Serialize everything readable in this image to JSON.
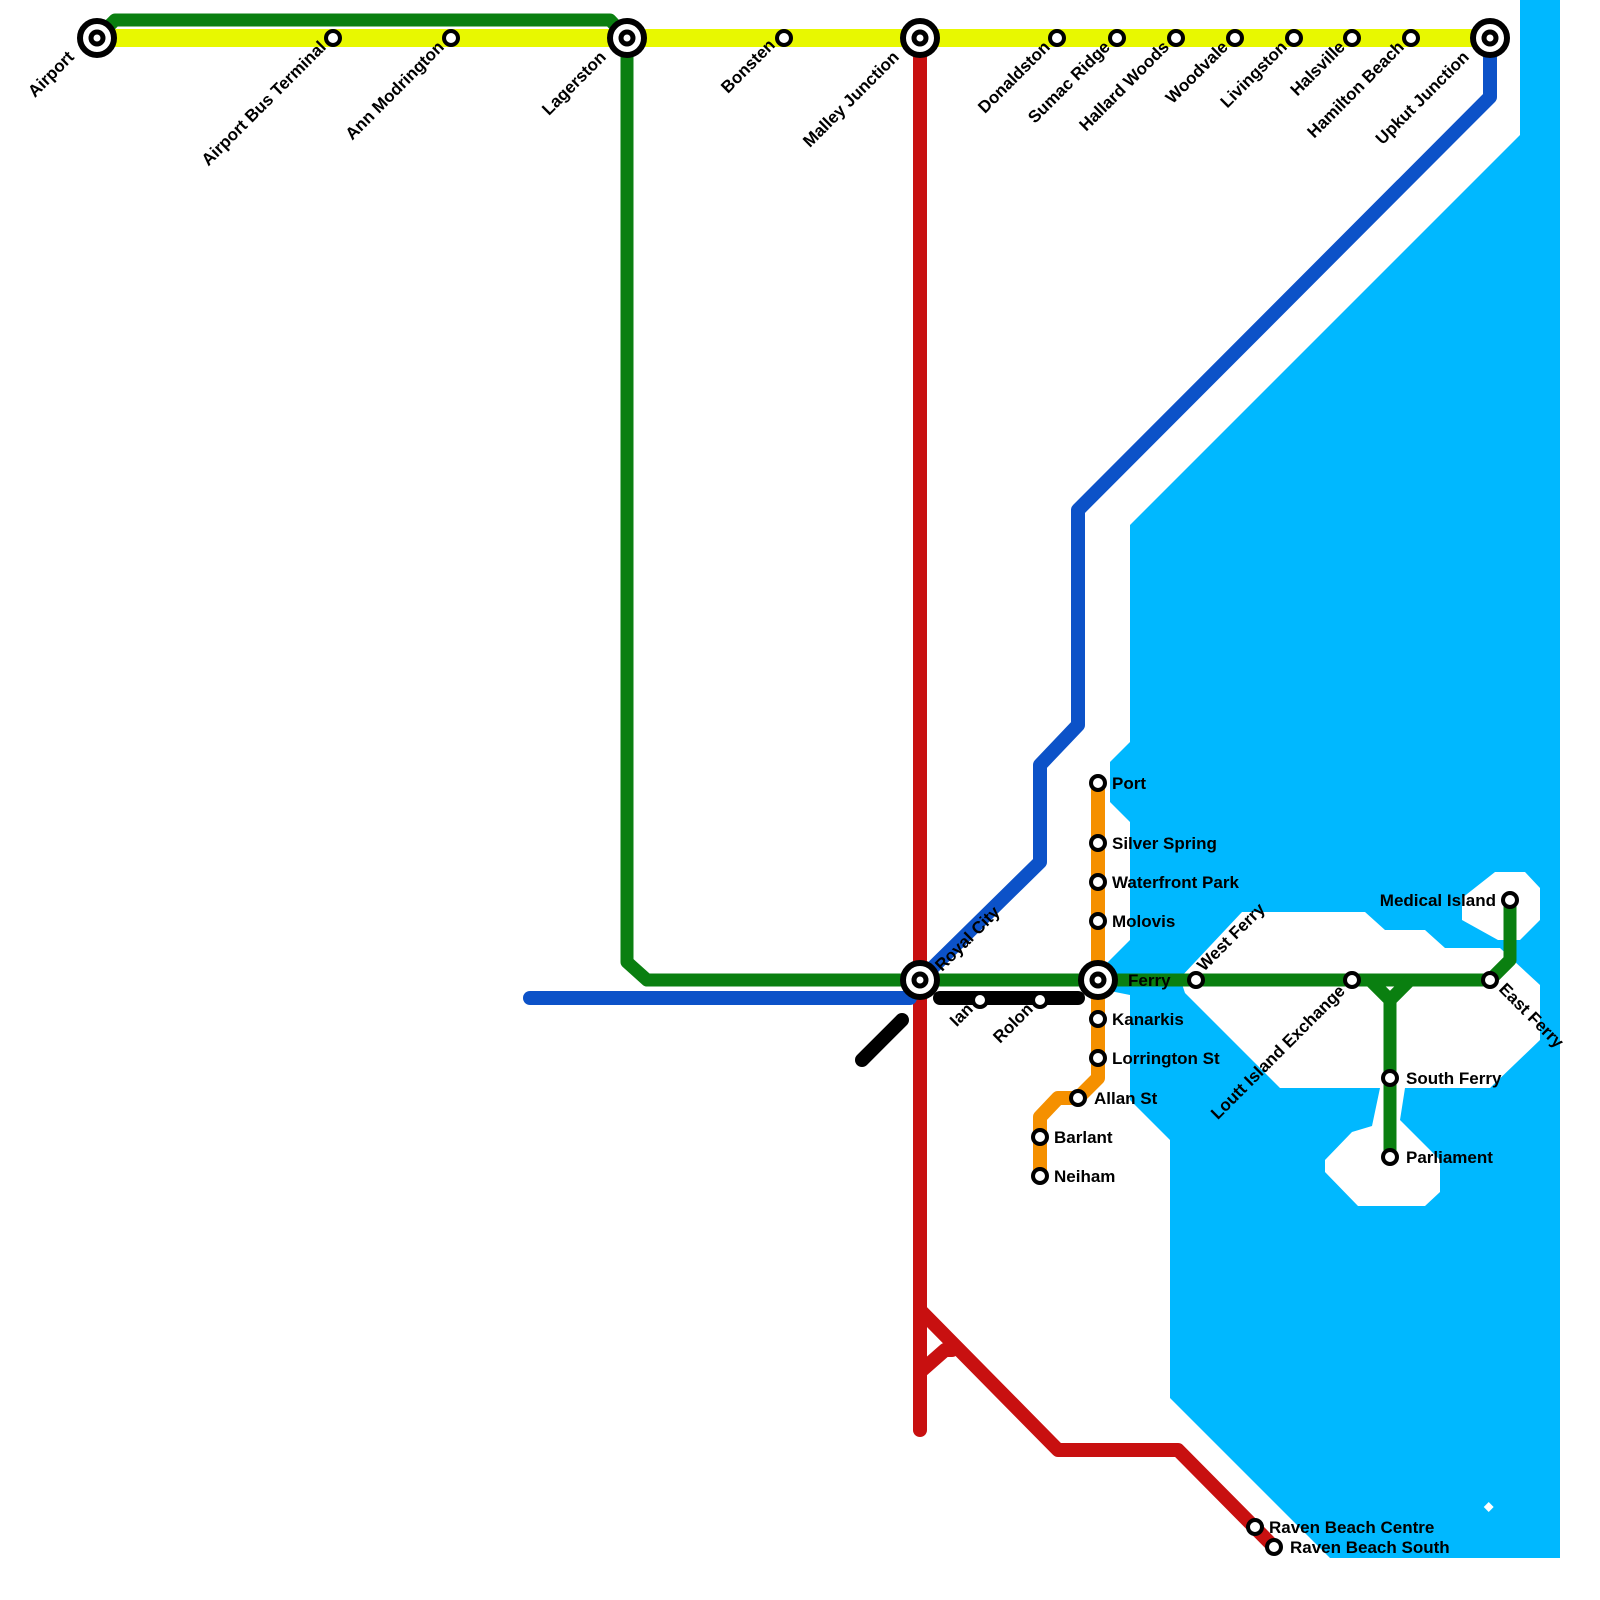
{
  "colors": {
    "water": "#00b8ff",
    "yellow": "#e8f800",
    "green": "#0a7f10",
    "red": "#c81010",
    "blue": "#0c52c8",
    "black": "#000000",
    "orange": "#f59000"
  },
  "stations": [
    "Airport",
    "Airport Bus Terminal",
    "Ann Modrington",
    "Lagerston",
    "Bonsten",
    "Malley Junction",
    "Donaldston",
    "Sumac Ridge",
    "Hallard Woods",
    "Woodvale",
    "Livingston",
    "Halsville",
    "Hamilton Beach",
    "Upkut Junction",
    "Royal City",
    "Ian",
    "Rolon",
    "Ferry",
    "West Ferry",
    "Loutt Island Exchange",
    "East Ferry",
    "Medical Island",
    "South Ferry",
    "Parliament",
    "Port",
    "Silver Spring",
    "Waterfront Park",
    "Molovis",
    "Kanarkis",
    "Lorrington St",
    "Allan St",
    "Barlant",
    "Neiham",
    "Raven Beach Centre",
    "Raven Beach South"
  ]
}
